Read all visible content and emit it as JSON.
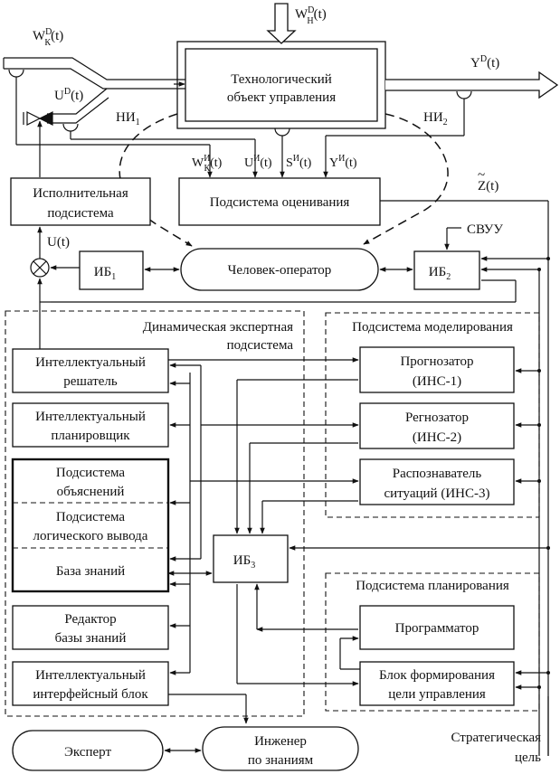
{
  "signals": {
    "wh": "W",
    "wh_sup": "D",
    "wh_sub": "Н",
    "wh_arg": "(t)",
    "wk": "W",
    "wk_sup": "D",
    "wk_sub": "К",
    "wk_arg": "(t)",
    "ud": "U",
    "ud_sup": "D",
    "ud_arg": "(t)",
    "yd": "Y",
    "yd_sup": "D",
    "yd_arg": "(t)",
    "hi1": "НИ",
    "hi1_sub": "1",
    "hi2": "НИ",
    "hi2_sub": "2",
    "wki": "W",
    "wki_sup": "И",
    "wki_sub": "К",
    "wki_arg": "(t)",
    "ui": "U",
    "ui_sup": "И",
    "ui_arg": "(t)",
    "si": "S",
    "si_sup": "И",
    "si_arg": "(t)",
    "yi": "Y",
    "yi_sup": "И",
    "yi_arg": "(t)",
    "z": "Z",
    "z_tilde": "~",
    "z_arg": "(t)",
    "u": "U(t)",
    "svuu": "СВУУ",
    "strategic_line1": "Стратегическая",
    "strategic_line2": "цель"
  },
  "blocks": {
    "plant_line1": "Технологический",
    "plant_line2": "объект управления",
    "exec_line1": "Исполнительная",
    "exec_line2": "подсистема",
    "eval": "Подсистема оценивания",
    "ib1": "ИБ",
    "ib1_sub": "1",
    "operator": "Человек-оператор",
    "ib2": "ИБ",
    "ib2_sub": "2",
    "ib3": "ИБ",
    "ib3_sub": "3",
    "solver_line1": "Интеллектуальный",
    "solver_line2": "решатель",
    "planner_line1": "Интеллектуальный",
    "planner_line2": "планировщик",
    "explain_line1": "Подсистема",
    "explain_line2": "объяснений",
    "inference_line1": "Подсистема",
    "inference_line2": "логического вывода",
    "kb": "База знаний",
    "editor_line1": "Редактор",
    "editor_line2": "базы знаний",
    "iface_line1": "Интеллектуальный",
    "iface_line2": "интерфейсный блок",
    "forecaster_line1": "Прогнозатор",
    "forecaster_line2": "(ИНС-1)",
    "regnozator_line1": "Регнозатор",
    "regnozator_line2": "(ИНС-2)",
    "recognizer_line1": "Распознаватель",
    "recognizer_line2": "ситуаций (ИНС-3)",
    "programmer": "Программатор",
    "goal_line1": "Блок формирования",
    "goal_line2": "цели управления",
    "expert": "Эксперт",
    "engineer_line1": "Инженер",
    "engineer_line2": "по знаниям"
  },
  "groups": {
    "dynamic_line1": "Динамическая экспертная",
    "dynamic_line2": "подсистема",
    "modeling": "Подсистема моделирования",
    "planning": "Подсистема планирования"
  }
}
